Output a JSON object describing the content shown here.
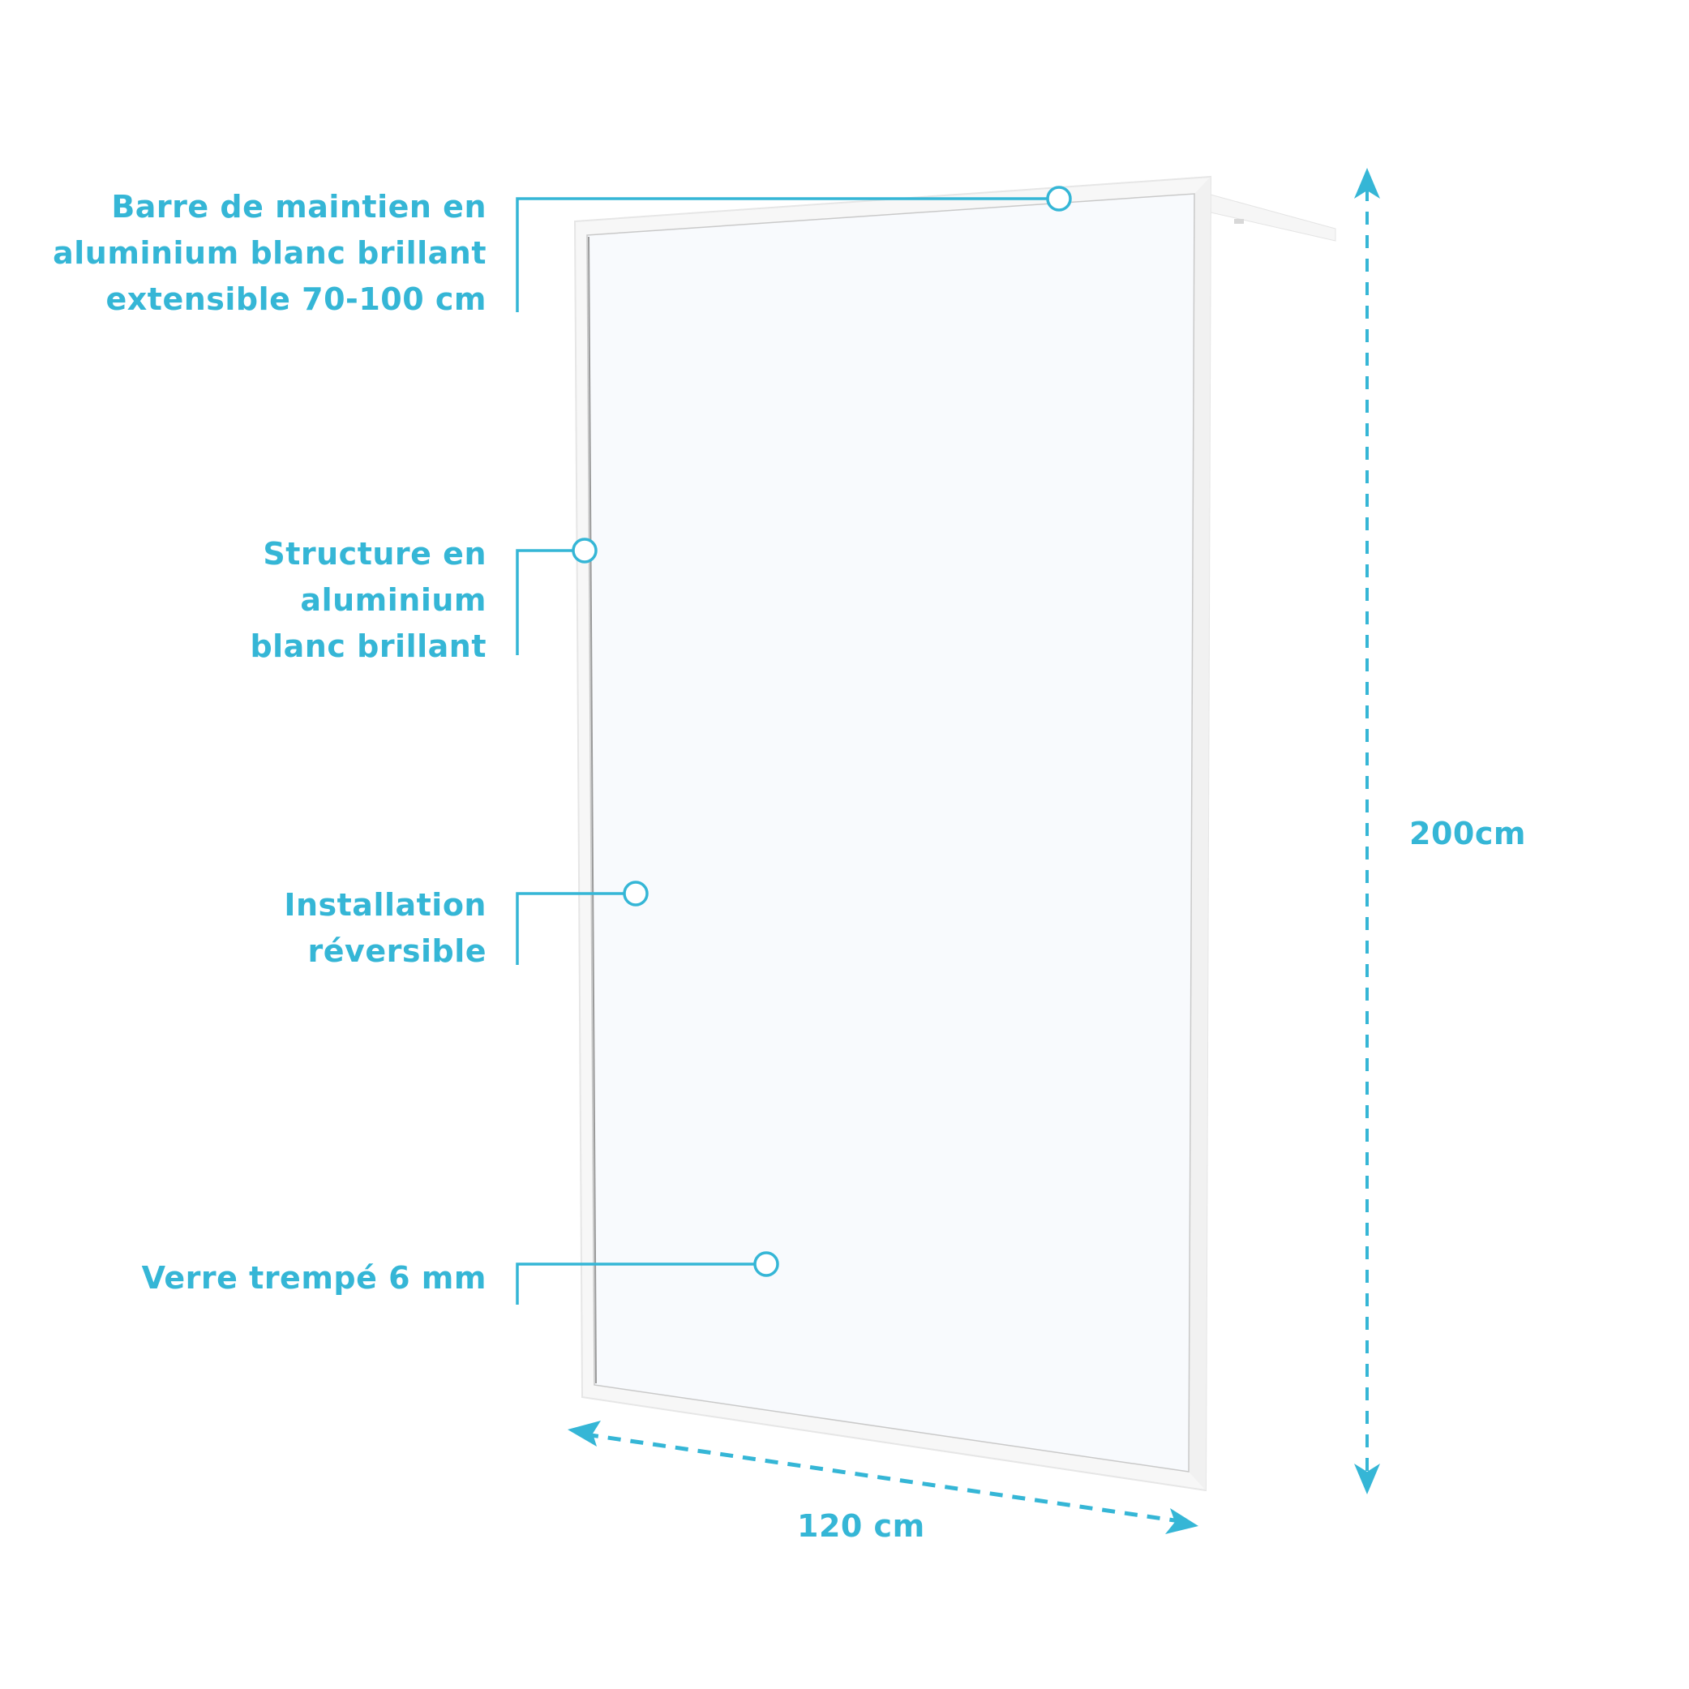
{
  "colors": {
    "accent": "#35b6d6",
    "frame": "#f7f7f7",
    "frame_edge": "#e6e6e6",
    "glass": "#f8fafd",
    "background": "#ffffff"
  },
  "callouts": [
    {
      "id": "support-bar",
      "lines": [
        "Barre de maintien en",
        "aluminium blanc brillant",
        "extensible 70-100 cm"
      ],
      "marker": "circle-marker"
    },
    {
      "id": "structure",
      "lines": [
        "Structure en",
        "aluminium",
        "blanc brillant"
      ],
      "marker": "circle-marker"
    },
    {
      "id": "installation",
      "lines": [
        "Installation",
        "réversible"
      ],
      "marker": "circle-marker"
    },
    {
      "id": "glass",
      "lines": [
        "Verre trempé 6 mm"
      ],
      "marker": "circle-marker"
    }
  ],
  "dimensions": {
    "height_label": "200cm",
    "width_label": "120 cm"
  },
  "product": {
    "type": "walk-in shower panel",
    "frame_finish": "aluminium blanc brillant",
    "glass": "Verre trempé 6 mm",
    "height": "200cm",
    "width": "120 cm",
    "bar_extension": "70-100 cm"
  }
}
